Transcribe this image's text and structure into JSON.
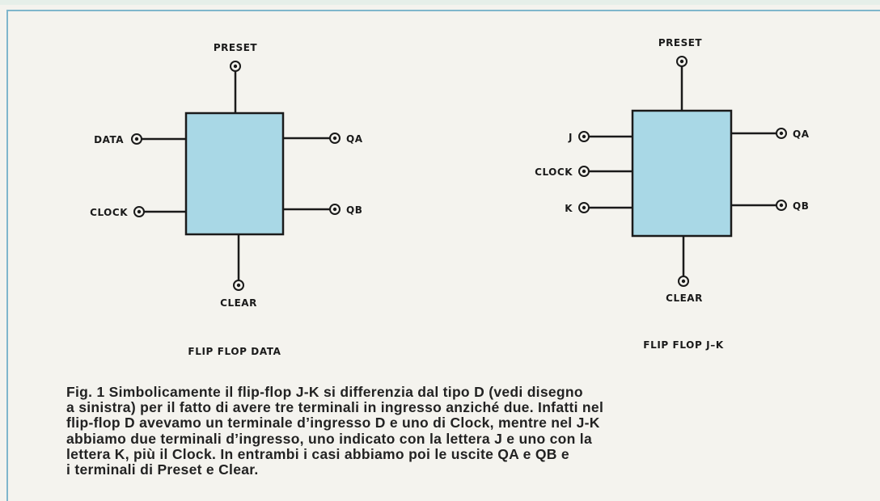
{
  "diagrams": [
    {
      "title": "FLIP FLOP DATA",
      "top_pin": "PRESET",
      "bottom_pin": "CLEAR",
      "left_pins": [
        "DATA",
        "CLOCK"
      ],
      "right_pins": [
        "QA",
        "QB"
      ]
    },
    {
      "title": "FLIP FLOP J–K",
      "top_pin": "PRESET",
      "bottom_pin": "CLEAR",
      "left_pins": [
        "J",
        "CLOCK",
        "K"
      ],
      "right_pins": [
        "QA",
        "QB"
      ]
    }
  ],
  "caption_lines": [
    "Fig. 1  Simbolicamente il flip-flop J-K si differenzia dal tipo D (vedi disegno",
    "a sinistra) per il fatto di avere tre terminali in ingresso anziché due. Infatti nel",
    "flip-flop D avevamo un terminale d’ingresso D e uno di Clock, mentre nel J-K",
    "abbiamo due terminali d’ingresso, uno indicato con la lettera J e uno con la",
    "lettera K, più il Clock. In entrambi i casi abbiamo poi le uscite QA e QB e",
    "i terminali di Preset e Clear."
  ],
  "colors": {
    "block_fill": "#a9d8e6",
    "frame": "#7fb6cc",
    "ink": "#1a1a1a"
  }
}
